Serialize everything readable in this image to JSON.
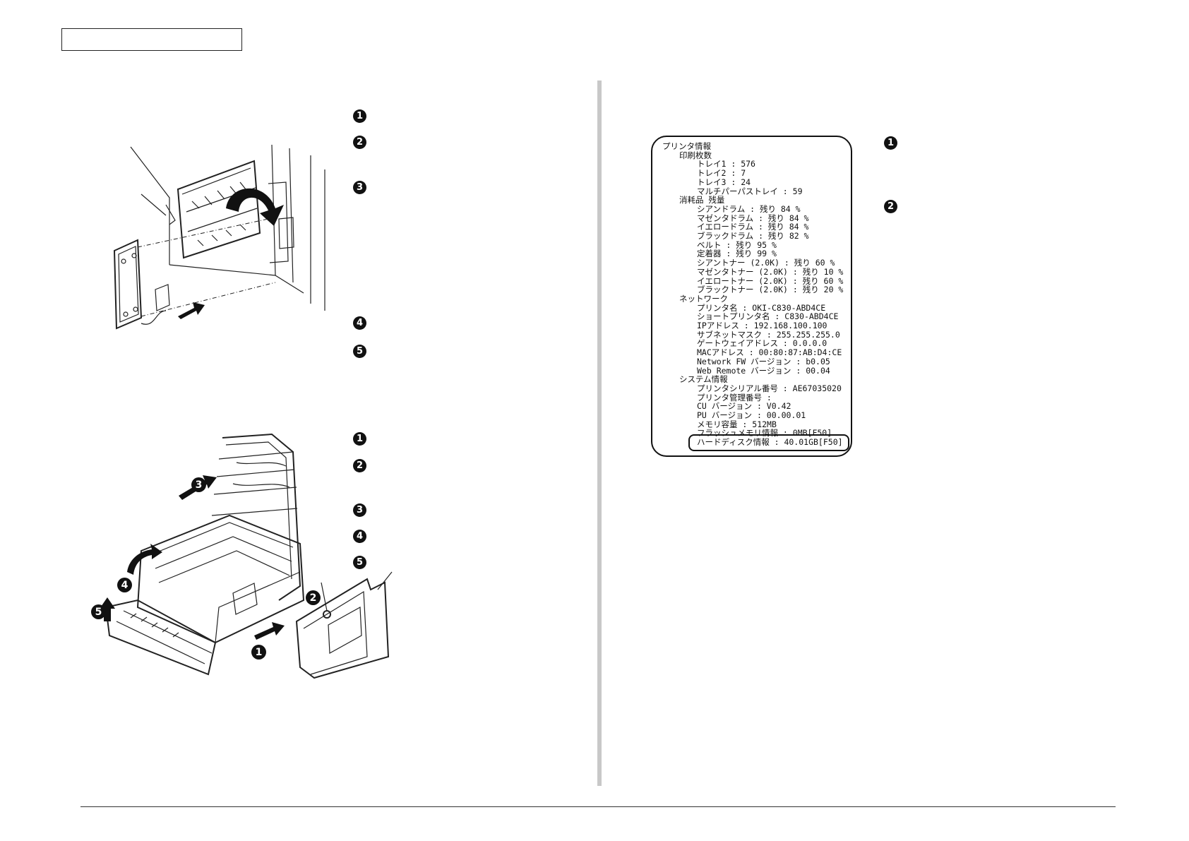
{
  "left_steps_a": [
    "1",
    "2",
    "3",
    "4",
    "5"
  ],
  "left_steps_b": [
    "1",
    "2",
    "3",
    "4",
    "5"
  ],
  "right_steps": [
    "1",
    "2"
  ],
  "figure_callouts": [
    "3",
    "2",
    "4",
    "5",
    "1"
  ],
  "printer_info": {
    "lines": [
      {
        "indent": 0,
        "text": "プリンタ情報"
      },
      {
        "indent": 1,
        "text": "印刷枚数"
      },
      {
        "indent": 2,
        "text": "トレイ1 : 576"
      },
      {
        "indent": 2,
        "text": "トレイ2 : 7"
      },
      {
        "indent": 2,
        "text": "トレイ3 : 24"
      },
      {
        "indent": 2,
        "text": "マルチパーパストレイ : 59"
      },
      {
        "indent": 1,
        "text": "消耗品 残量"
      },
      {
        "indent": 2,
        "text": "シアンドラム : 残り 84 %"
      },
      {
        "indent": 2,
        "text": "マゼンタドラム : 残り 84 %"
      },
      {
        "indent": 2,
        "text": "イエロードラム : 残り 84 %"
      },
      {
        "indent": 2,
        "text": "ブラックドラム : 残り 82 %"
      },
      {
        "indent": 2,
        "text": "ベルト : 残り 95 %"
      },
      {
        "indent": 2,
        "text": "定着器 : 残り 99 %"
      },
      {
        "indent": 2,
        "text": "シアントナー (2.0K) : 残り 60 %"
      },
      {
        "indent": 2,
        "text": "マゼンタトナー (2.0K) : 残り 10 %"
      },
      {
        "indent": 2,
        "text": "イエロートナー (2.0K) : 残り 60 %"
      },
      {
        "indent": 2,
        "text": "ブラックトナー (2.0K) : 残り 20 %"
      },
      {
        "indent": 1,
        "text": "ネットワーク"
      },
      {
        "indent": 2,
        "text": "プリンタ名 : OKI-C830-ABD4CE"
      },
      {
        "indent": 2,
        "text": "ショートプリンタ名 : C830-ABD4CE"
      },
      {
        "indent": 2,
        "text": "IPアドレス : 192.168.100.100"
      },
      {
        "indent": 2,
        "text": "サブネットマスク : 255.255.255.0"
      },
      {
        "indent": 2,
        "text": "ゲートウェイアドレス : 0.0.0.0"
      },
      {
        "indent": 2,
        "text": "MACアドレス : 00:80:87:AB:D4:CE"
      },
      {
        "indent": 2,
        "text": "Network FW バージョン : b0.05"
      },
      {
        "indent": 2,
        "text": "Web Remote バージョン : 00.04"
      },
      {
        "indent": 1,
        "text": "システム情報"
      },
      {
        "indent": 2,
        "text": "プリンタシリアル番号 : AE67035020"
      },
      {
        "indent": 2,
        "text": "プリンタ管理番号 :"
      },
      {
        "indent": 2,
        "text": "CU バージョン : V0.42"
      },
      {
        "indent": 2,
        "text": "PU バージョン : 00.00.01"
      },
      {
        "indent": 2,
        "text": "メモリ容量 : 512MB"
      },
      {
        "indent": 2,
        "text": "フラッシュメモリ情報 : 0MB[F50]"
      },
      {
        "indent": 2,
        "text": "ハードディスク情報 : 40.01GB[F50]"
      }
    ]
  }
}
